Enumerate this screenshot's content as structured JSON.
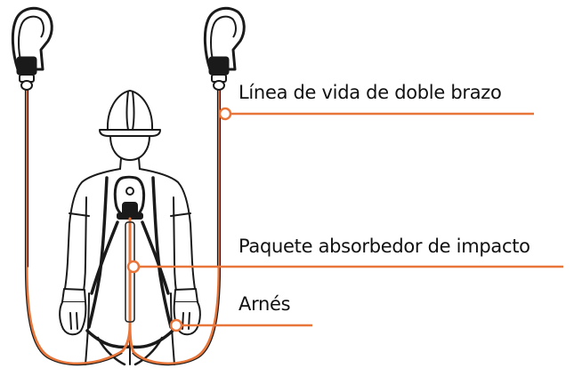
{
  "labels": {
    "lifeline": "Línea de vida de doble brazo",
    "absorber": "Paquete absorbedor de impacto",
    "harness": "Arnés"
  },
  "colors": {
    "accent": "#e8763a",
    "line_art": "#1a1a1a",
    "background": "#ffffff"
  }
}
